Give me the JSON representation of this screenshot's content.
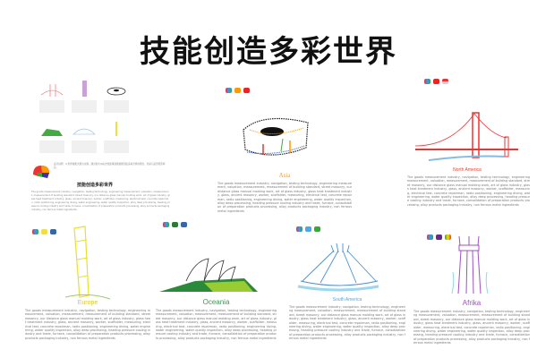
{
  "title": "技能创造多彩世界",
  "left_page": {
    "heading": "技能创造多彩世界",
    "intro": "设计说明：以世界技能大赛为主题，通过各大洲标志性建筑展现技能创造多彩世界的理念，色彩与造型相互呼应。"
  },
  "body_text": "The goods measurement industry, navigation, testing technology, engineering measurement, valuation, measurement, measurement of building standard, street masonry, our distance glass manual molding work, art of glass industry, glass heat treatment industry, glass, ancient masonry, worker, scaffolder, measuring, electrical test, concrete repairman, radio positioning, engineering diving, water engineering, water quality inspection, alloy deep processing, heading pressure cooling industry and trade, furnace, consolidation of preparation products processing, alloy products packaging industry, non ferrous metal ingredients",
  "pages": [
    {
      "region": "Asia",
      "color": "#f0a030"
    },
    {
      "region": "North America",
      "color": "#e8412c"
    },
    {
      "region": "Europe",
      "color": "#f2e03a"
    },
    {
      "region": "Oceania",
      "color": "#3a9a50"
    },
    {
      "region": "South America",
      "color": "#4aa8e8"
    },
    {
      "region": "Afrika",
      "color": "#a050c0"
    }
  ]
}
